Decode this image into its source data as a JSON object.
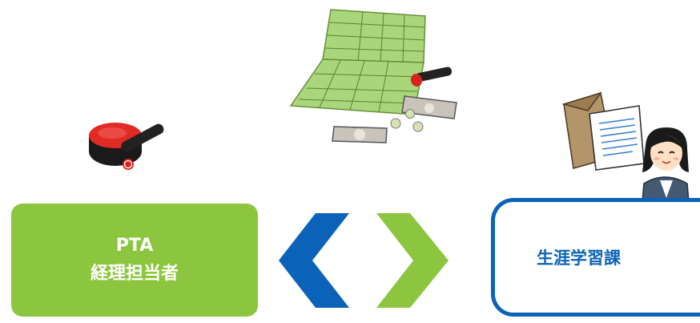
{
  "left_box": {
    "line1": "PTA",
    "line2": "経理担当者"
  },
  "right_box": {
    "label": "生涯学習課"
  },
  "colors": {
    "green": "#8cc63f",
    "blue": "#0a63b8",
    "booklet": "#a9d67a",
    "stamp_red": "#d8231f"
  },
  "icons": [
    "hanko-stamp-icon",
    "bankbook-icon",
    "documents-envelope-icon",
    "office-worker-icon",
    "left-chevron-arrow",
    "right-chevron-arrow"
  ]
}
